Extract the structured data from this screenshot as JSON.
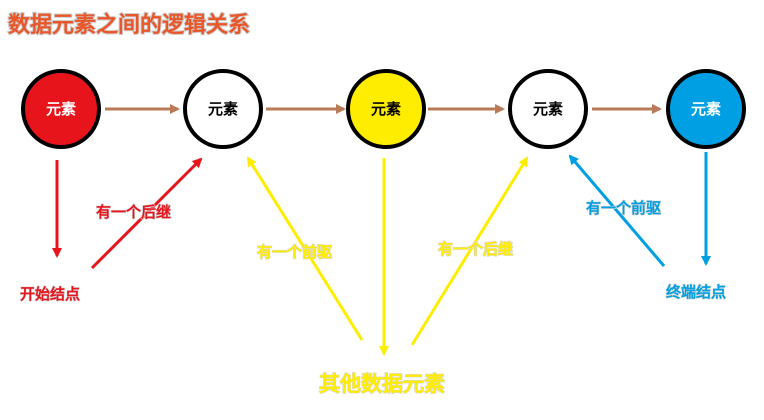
{
  "title": "数据元素之间的逻辑关系",
  "nodes": [
    {
      "label": "元素",
      "fill": "#e8141c",
      "text_color": "#ffffff"
    },
    {
      "label": "元素",
      "fill": "#ffffff",
      "text_color": "#000000"
    },
    {
      "label": "元素",
      "fill": "#ffed00",
      "text_color": "#000000"
    },
    {
      "label": "元素",
      "fill": "#ffffff",
      "text_color": "#000000"
    },
    {
      "label": "元素",
      "fill": "#009fe3",
      "text_color": "#ffffff"
    }
  ],
  "labels": {
    "start_node": "开始结点",
    "end_node": "终端结点",
    "successor_red": "有一个后继",
    "predecessor_yellow": "有一个前驱",
    "successor_yellow": "有一个后继",
    "predecessor_blue": "有一个前驱",
    "other_elements": "其他数据元素"
  },
  "colors": {
    "chain_arrow": "#b87a57",
    "red": "#e8141c",
    "yellow": "#ffed00",
    "blue": "#009fe3",
    "title": "#e8572a"
  }
}
